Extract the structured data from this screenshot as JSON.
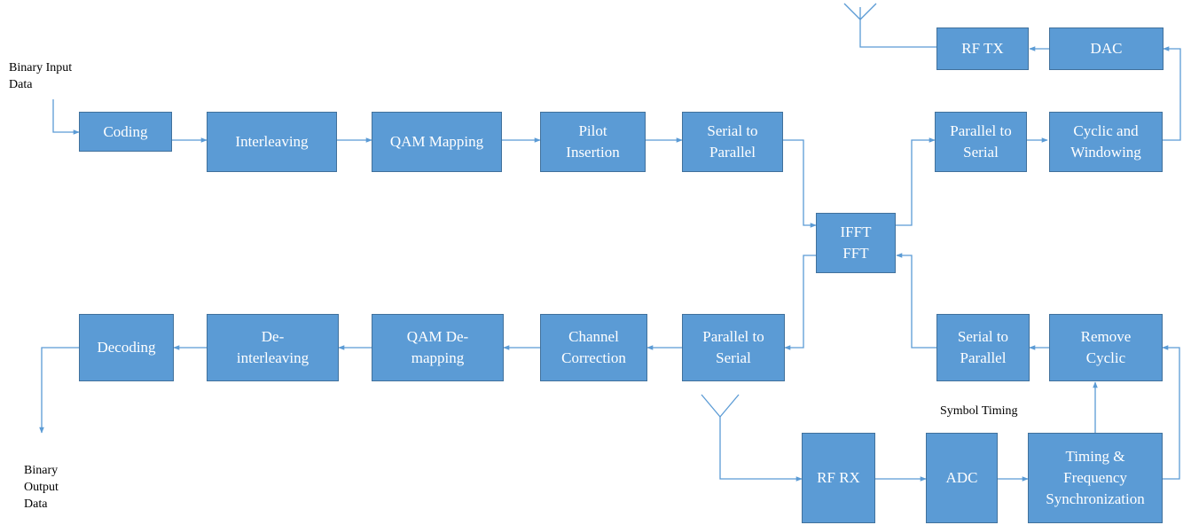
{
  "colors": {
    "block_fill": "#5b9bd5",
    "block_border": "#41719c",
    "block_text": "#ffffff",
    "wire": "#5b9bd5"
  },
  "labels": {
    "binary_input": "Binary Input\nData",
    "binary_output": "Binary\nOutput\nData",
    "symbol_timing": "Symbol Timing"
  },
  "blocks": {
    "coding": "Coding",
    "interleaving": "Interleaving",
    "qam_mapping": "QAM Mapping",
    "pilot_insertion": "Pilot\nInsertion",
    "serial_to_parallel_tx": "Serial to\nParallel",
    "ifft_fft": "IFFT\nFFT",
    "parallel_to_serial_tx": "Parallel to\nSerial",
    "cyclic_and_windowing": "Cyclic and\nWindowing",
    "dac": "DAC",
    "rf_tx": "RF TX",
    "decoding": "Decoding",
    "deinterleaving": "De-\ninterleaving",
    "qam_demapping": "QAM De-\nmapping",
    "channel_correction": "Channel\nCorrection",
    "parallel_to_serial_rx": "Parallel to\nSerial",
    "serial_to_parallel_rx": "Serial to\nParallel",
    "remove_cyclic": "Remove\nCyclic",
    "rf_rx": "RF RX",
    "adc": "ADC",
    "timing_sync": "Timing &\nFrequency\nSynchronization"
  }
}
